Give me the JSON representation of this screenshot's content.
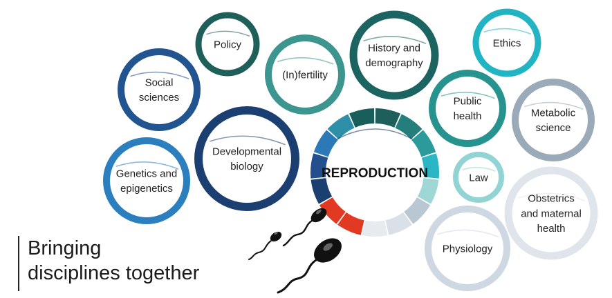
{
  "center": {
    "label": "REPRODUCTION"
  },
  "disciplines": [
    {
      "key": "policy",
      "lines": [
        "Policy"
      ],
      "color": "#1f5f5a"
    },
    {
      "key": "social-sciences",
      "lines": [
        "Social",
        "sciences"
      ],
      "color": "#22548f"
    },
    {
      "key": "infertility",
      "lines": [
        "(In)fertility"
      ],
      "color": "#3d9590"
    },
    {
      "key": "history-and-demography",
      "lines": [
        "History and",
        "demography"
      ],
      "color": "#1c6461"
    },
    {
      "key": "ethics",
      "lines": [
        "Ethics"
      ],
      "color": "#22b4c2"
    },
    {
      "key": "public-health",
      "lines": [
        "Public",
        "health"
      ],
      "color": "#27938f"
    },
    {
      "key": "metabolic-science",
      "lines": [
        "Metabolic",
        "science"
      ],
      "color": "#9aaab8"
    },
    {
      "key": "developmental-biology",
      "lines": [
        "Developmental",
        "biology"
      ],
      "color": "#1b3f70"
    },
    {
      "key": "genetics-and-epigenetics",
      "lines": [
        "Genetics and",
        "epigenetics"
      ],
      "color": "#2b7fbf"
    },
    {
      "key": "law",
      "lines": [
        "Law"
      ],
      "color": "#92d3d4"
    },
    {
      "key": "obstetrics-and-maternal-health",
      "lines": [
        "Obstetrics",
        "and maternal",
        "health"
      ],
      "color": "#e0e5eb"
    },
    {
      "key": "physiology",
      "lines": [
        "Physiology"
      ],
      "color": "#cdd8e2"
    }
  ],
  "ring_segment_colors": [
    "#1e5f5c",
    "#247e7b",
    "#2b9a9a",
    "#2ab6c4",
    "#9fd6d6",
    "#b9c7d2",
    "#d9e0e7",
    "#e7ebef",
    "#e23a22",
    "#e23a22",
    "#1c3f72",
    "#234f8f",
    "#2c79b8",
    "#2e8fa8",
    "#1a5e5b"
  ],
  "tagline": {
    "line1": "Bringing",
    "line2": "disciplines together"
  }
}
